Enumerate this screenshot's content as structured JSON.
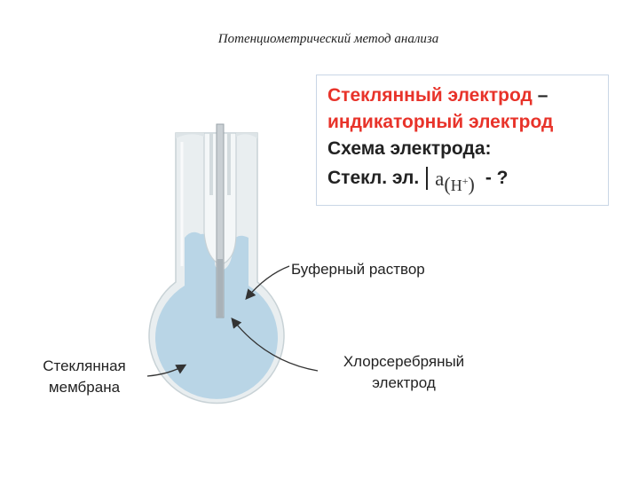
{
  "header": {
    "title": "Потенциометрический метод анализа"
  },
  "info_box": {
    "line1_red": "Стеклянный электрод",
    "line1_dash": " –",
    "line2": "индикаторный электрод",
    "line3": "Схема электрода:",
    "line4_prefix": "Стекл. эл.",
    "activity_symbol": "a",
    "activity_open": "(",
    "activity_ion": "H",
    "activity_charge": "+",
    "activity_close": ")",
    "line4_suffix": "- ?"
  },
  "labels": {
    "buffer_solution": "Буферный раствор",
    "agcl_electrode_line1": "Хлорсеребряный",
    "agcl_electrode_line2": "электрод",
    "glass_membrane_line1": "Стеклянная",
    "glass_membrane_line2": "мембрана"
  },
  "colors": {
    "solution": "#b9d5e6",
    "glass": "#e9eef0",
    "glass_edge": "#c8d2d6",
    "red_text": "#e8332a",
    "box_border": "#c9d6e6"
  }
}
